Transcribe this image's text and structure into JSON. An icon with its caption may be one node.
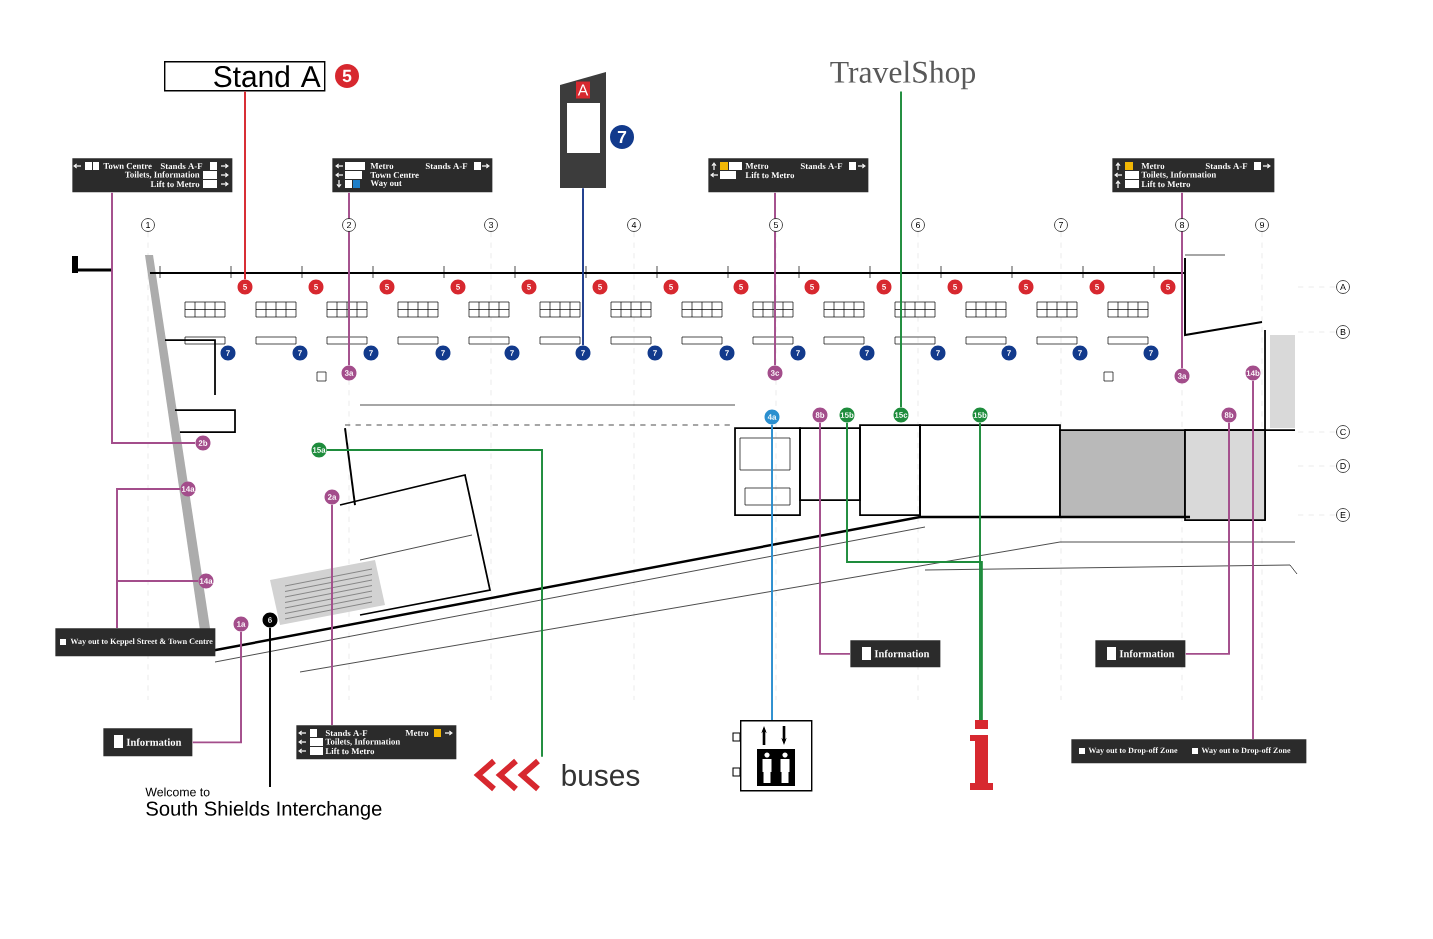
{
  "diagram": {
    "nodes": [
      {
        "text": [
          "Stand A"
        ]
      },
      {
        "text": [
          "5"
        ]
      },
      {
        "text": [
          "A"
        ]
      },
      {
        "text": [
          "7"
        ]
      },
      {
        "text": [
          "TravelShop"
        ]
      },
      {
        "text": [
          "Town Centre",
          "Stands A-F",
          "Toilets, Information",
          "Lift to Metro"
        ]
      },
      {
        "text": [
          "Metro",
          "Stands A-F",
          "Town Centre",
          "Way out"
        ]
      },
      {
        "text": [
          "Metro",
          "Stands A-F",
          "Lift to Metro"
        ]
      },
      {
        "text": [
          "Metro",
          "Stands A-F",
          "Toilets, Information",
          "Lift to Metro"
        ]
      },
      {
        "text": [
          "5"
        ]
      },
      {
        "text": [
          "5"
        ]
      },
      {
        "text": [
          "5"
        ]
      },
      {
        "text": [
          "5"
        ]
      },
      {
        "text": [
          "5"
        ]
      },
      {
        "text": [
          "5"
        ]
      },
      {
        "text": [
          "5"
        ]
      },
      {
        "text": [
          "5"
        ]
      },
      {
        "text": [
          "5"
        ]
      },
      {
        "text": [
          "5"
        ]
      },
      {
        "text": [
          "5"
        ]
      },
      {
        "text": [
          "5"
        ]
      },
      {
        "text": [
          "5"
        ]
      },
      {
        "text": [
          "5"
        ]
      },
      {
        "text": [
          "7"
        ]
      },
      {
        "text": [
          "7"
        ]
      },
      {
        "text": [
          "7"
        ]
      },
      {
        "text": [
          "7"
        ]
      },
      {
        "text": [
          "7"
        ]
      },
      {
        "text": [
          "7"
        ]
      },
      {
        "text": [
          "7"
        ]
      },
      {
        "text": [
          "7"
        ]
      },
      {
        "text": [
          "7"
        ]
      },
      {
        "text": [
          "7"
        ]
      },
      {
        "text": [
          "7"
        ]
      },
      {
        "text": [
          "7"
        ]
      },
      {
        "text": [
          "7"
        ]
      },
      {
        "text": [
          "7"
        ]
      },
      {
        "text": [
          "3a"
        ]
      },
      {
        "text": [
          "3c"
        ]
      },
      {
        "text": [
          "3a"
        ]
      },
      {
        "text": [
          "14b"
        ]
      },
      {
        "text": [
          "4a"
        ]
      },
      {
        "text": [
          "8b"
        ]
      },
      {
        "text": [
          "15b"
        ]
      },
      {
        "text": [
          "15c"
        ]
      },
      {
        "text": [
          "15b"
        ]
      },
      {
        "text": [
          "8b"
        ]
      },
      {
        "text": [
          "2b"
        ]
      },
      {
        "text": [
          "15a"
        ]
      },
      {
        "text": [
          "14a"
        ]
      },
      {
        "text": [
          "2a"
        ]
      },
      {
        "text": [
          "14a"
        ]
      },
      {
        "text": [
          "6"
        ]
      },
      {
        "text": [
          "1a"
        ]
      },
      {
        "text": [
          "Way out to Keppel Street & Town Centre"
        ]
      },
      {
        "text": [
          "Information"
        ]
      },
      {
        "text": [
          "Information"
        ]
      },
      {
        "text": [
          "Way out to Drop-off Zone",
          "Way out to Drop-off Zone"
        ]
      },
      {
        "text": [
          "Information"
        ]
      },
      {
        "text": [
          "Stands A-F",
          "Metro",
          "Toilets, Information",
          "Lift to Metro"
        ]
      },
      {
        "text": [],
        "shape": "picture"
      },
      {
        "text": [],
        "shape": "picture"
      },
      {
        "text": [
          "buses"
        ]
      },
      {
        "text": [
          "Welcome to",
          "South Shields Interchange"
        ]
      }
    ],
    "edges": [
      {
        "from": 0,
        "to": 9,
        "arrow": "none",
        "color": "#d7282f"
      },
      {
        "from": 2,
        "to": 28,
        "arrow": "none",
        "color": "#1d3c8c"
      },
      {
        "from": 4,
        "to": 44,
        "arrow": "none",
        "color": "#1e8c3c"
      },
      {
        "from": 5,
        "to": 47,
        "arrow": "none"
      },
      {
        "from": 6,
        "to": 37,
        "arrow": "none"
      },
      {
        "from": 7,
        "to": 38,
        "arrow": "none"
      },
      {
        "from": 8,
        "to": 39,
        "arrow": "none"
      },
      {
        "from": 54,
        "to": 49,
        "arrow": "none"
      },
      {
        "from": 54,
        "to": 51,
        "arrow": "none"
      },
      {
        "from": 58,
        "to": 53,
        "arrow": "none"
      },
      {
        "from": 59,
        "to": 50,
        "arrow": "none"
      },
      {
        "from": 52,
        "to": 63,
        "arrow": "none",
        "color": "#000000"
      },
      {
        "from": 48,
        "to": 62,
        "arrow": "none",
        "color": "#1e8c3c"
      },
      {
        "from": 41,
        "to": 60,
        "arrow": "none",
        "color": "#2b8fcf"
      },
      {
        "from": 43,
        "to": 61,
        "arrow": "none",
        "color": "#1e8c3c"
      },
      {
        "from": 45,
        "to": 61,
        "arrow": "none",
        "color": "#1e8c3c"
      },
      {
        "from": 42,
        "to": 55,
        "arrow": "none"
      },
      {
        "from": 46,
        "to": 56,
        "arrow": "none"
      },
      {
        "from": 40,
        "to": 57,
        "arrow": "none"
      }
    ],
    "labels": [
      "1",
      "2",
      "3",
      "4",
      "5",
      "6",
      "7",
      "8",
      "9",
      "A",
      "B",
      "C",
      "D",
      "E"
    ]
  }
}
